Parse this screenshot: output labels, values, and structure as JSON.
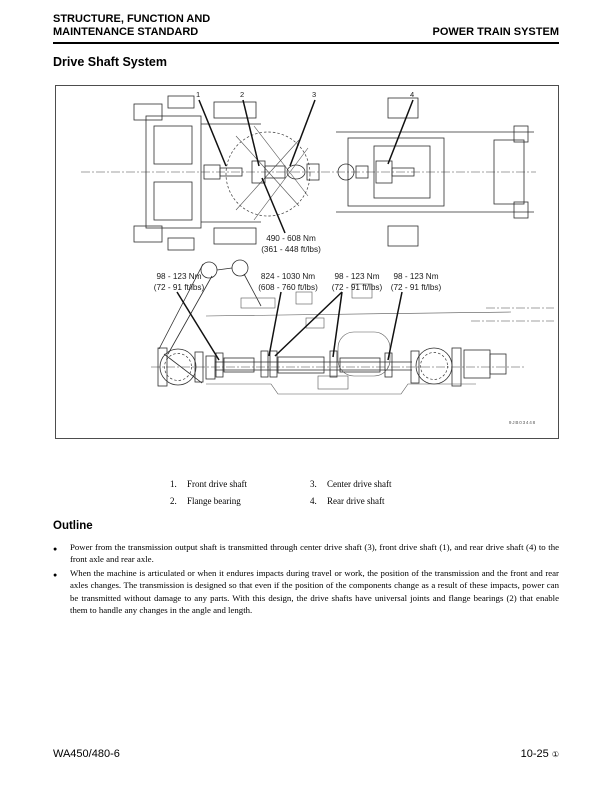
{
  "header": {
    "left_line1": "STRUCTURE, FUNCTION AND",
    "left_line2": "MAINTENANCE STANDARD",
    "right": "POWER TRAIN SYSTEM"
  },
  "title": "Drive Shaft System",
  "figure": {
    "figure_code": "9JB03448",
    "top_view": {
      "callouts": [
        "1",
        "2",
        "3",
        "4"
      ],
      "torque_label": {
        "line1": "490 - 608 Nm",
        "line2": "(361 - 448 ft/lbs)"
      }
    },
    "side_view": {
      "torque_labels": [
        {
          "line1": "98 - 123 Nm",
          "line2": "(72 - 91 ft/lbs)"
        },
        {
          "line1": "824 - 1030 Nm",
          "line2": "(608 - 760 ft/lbs)"
        },
        {
          "line1": "98 - 123 Nm",
          "line2": "(72 - 91 ft/lbs)"
        },
        {
          "line1": "98 - 123 Nm",
          "line2": "(72 - 91 ft/lbs)"
        }
      ]
    }
  },
  "legend": {
    "items": [
      {
        "num": "1.",
        "label": "Front drive shaft"
      },
      {
        "num": "2.",
        "label": "Flange bearing"
      },
      {
        "num": "3.",
        "label": "Center drive shaft"
      },
      {
        "num": "4.",
        "label": "Rear drive shaft"
      }
    ]
  },
  "outline": {
    "heading": "Outline",
    "bullets": [
      "Power from the transmission output shaft is transmitted through center drive shaft (3), front drive shaft (1), and rear drive shaft (4) to the front axle and rear axle.",
      "When the machine is articulated or when it endures impacts during travel or work, the position of the transmission and the front and rear axles changes. The transmission is designed so that even if the position of the components change as a result of these impacts, power can be transmitted without damage to any parts. With this design, the drive shafts have universal joints and flange bearings (2) that enable them to handle any changes in the angle and length."
    ]
  },
  "footer": {
    "model": "WA450/480-6",
    "page": "10-25",
    "page_marker": "①"
  }
}
